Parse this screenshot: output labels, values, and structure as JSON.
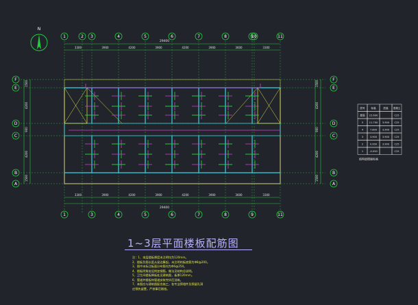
{
  "drawing": {
    "title": "1~3层平面楼板配筋图",
    "north_label": "N",
    "top_axes": [
      "1",
      "2",
      "3",
      "4",
      "5",
      "6",
      "7",
      "8",
      "9",
      "10",
      "11"
    ],
    "bottom_axes": [
      "1",
      "3",
      "4",
      "5",
      "6",
      "7",
      "8",
      "9",
      "11"
    ],
    "side_axes": [
      "F",
      "E",
      "D",
      "C",
      "B",
      "A"
    ],
    "top_dim_total": "29400",
    "bottom_dim_total": "29400",
    "top_dims": [
      "3300",
      "3900",
      "4200",
      "3900",
      "4200",
      "3900",
      "3600",
      "3300"
    ],
    "bottom_dims": [
      "3300",
      "3900",
      "4200",
      "3900",
      "4200",
      "3900",
      "3600",
      "3300"
    ],
    "left_dims": [
      "1500",
      "4200",
      "900",
      "4200",
      "1500"
    ],
    "notes": [
      "注：1、本层楼板厚度未注明均为120mm。",
      "2、楼板负筋长度从梁边算起，未注明的板底筋为Φ8@200。",
      "3、图中未标注板面分布筋均为Φ6@250。",
      "4、楼板阴角处设附加钢筋，做法见结构总说明。",
      "5、卫生间楼板降板处见建筑图，板厚120mm。",
      "6、管道井楼板待管道安装完毕后浇筑。",
      "7、本图应与建筑图配合施工，各专业预埋件及预留孔洞",
      "应预先留置，严禁事后剔凿。"
    ]
  },
  "legend_table": {
    "headers": [
      "层号",
      "标高",
      "层高",
      "混凝土"
    ],
    "rows": [
      [
        "屋面",
        "15.600",
        "",
        "C25"
      ],
      [
        "5",
        "11.700",
        "3.900",
        "C25"
      ],
      [
        "4",
        "7.800",
        "3.900",
        "C25"
      ],
      [
        "3",
        "3.900",
        "3.900",
        "C25"
      ],
      [
        "2",
        "0.000",
        "3.900",
        "C25"
      ],
      [
        "1",
        "-0.050",
        "",
        "C25"
      ]
    ],
    "caption": "结构层楼面标高"
  },
  "colors": {
    "background": "#21252b",
    "axis": "#27c93f",
    "wall": "#33d6e8",
    "rebar": "#d43fd8",
    "label": "#e6e74a",
    "frame": "#e0e0e0",
    "title": "#b7b1ff"
  }
}
